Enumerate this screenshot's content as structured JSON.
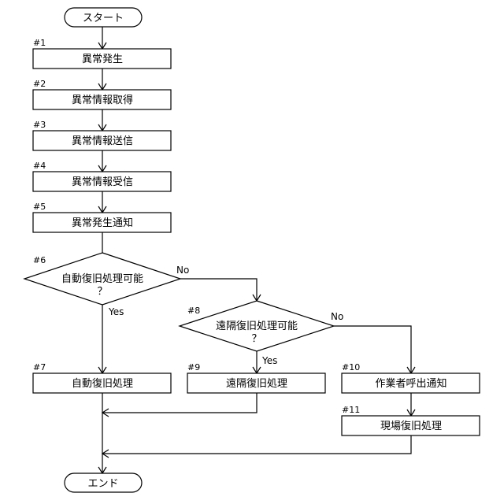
{
  "terminals": {
    "start": "スタート",
    "end": "エンド"
  },
  "steps": {
    "s1": {
      "id": "#1",
      "label": "異常発生"
    },
    "s2": {
      "id": "#2",
      "label": "異常情報取得"
    },
    "s3": {
      "id": "#3",
      "label": "異常情報送信"
    },
    "s4": {
      "id": "#4",
      "label": "異常情報受信"
    },
    "s5": {
      "id": "#5",
      "label": "異常発生通知"
    },
    "s7": {
      "id": "#7",
      "label": "自動復旧処理"
    },
    "s9": {
      "id": "#9",
      "label": "遠隔復旧処理"
    },
    "s10": {
      "id": "#10",
      "label": "作業者呼出通知"
    },
    "s11": {
      "id": "#11",
      "label": "現場復旧処理"
    }
  },
  "decisions": {
    "d6": {
      "id": "#6",
      "line1": "自動復旧処理可能",
      "line2": "？",
      "yes": "Yes",
      "no": "No"
    },
    "d8": {
      "id": "#8",
      "line1": "遠隔復旧処理可能",
      "line2": "？",
      "yes": "Yes",
      "no": "No"
    }
  }
}
